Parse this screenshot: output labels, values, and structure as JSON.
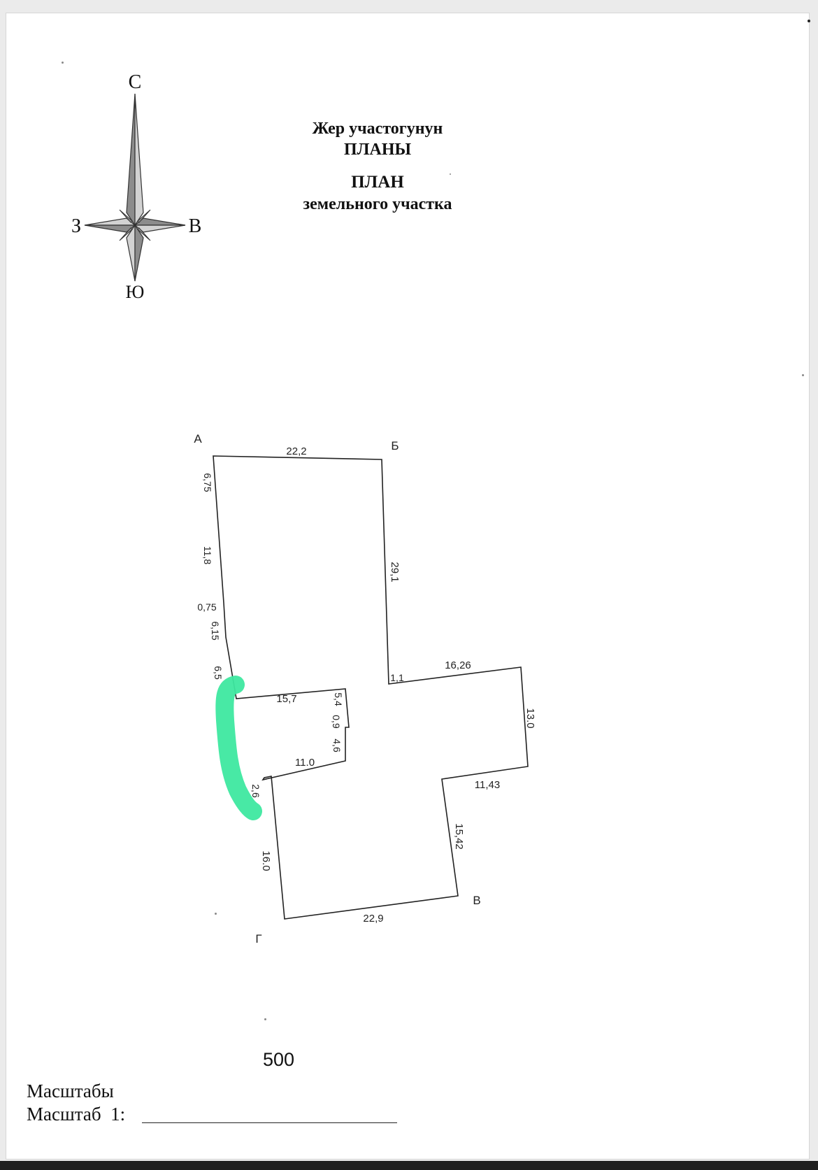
{
  "document": {
    "title_ky_line1": "Жер участогунун",
    "title_ky_line2": "ПЛАНЫ",
    "title_ru_line1": "ПЛАН",
    "title_ru_line2": "земельного участка"
  },
  "compass": {
    "north": "С",
    "south": "Ю",
    "west": "З",
    "east": "В"
  },
  "plan": {
    "corners": {
      "a": "А",
      "b": "Б",
      "v": "В",
      "g": "Г"
    },
    "dimensions": {
      "top": "22,2",
      "right_upper": "29,1",
      "step_right": "1,1",
      "right_arm_top": "16,26",
      "right_arm_side": "13.0",
      "right_arm_bottom": "11,43",
      "lower_right": "15,42",
      "bottom": "22,9",
      "lower_left": "16.0",
      "notch_step": "2,6",
      "notch_bottom": "11.0",
      "notch_right_lower": "4,6",
      "notch_jog": "0,9",
      "notch_right_upper": "5,4",
      "notch_top": "15,7",
      "left_1": "6,75",
      "left_2": "11,8",
      "left_jog": "0,75",
      "left_3": "6,15",
      "left_4": "6,5"
    },
    "colors": {
      "outline": "#222222",
      "highlight": "#3ee8a0"
    }
  },
  "scale": {
    "value": "500",
    "label_ky": "Масштабы",
    "label_ru": "Масштаб",
    "prefix": "1:"
  }
}
